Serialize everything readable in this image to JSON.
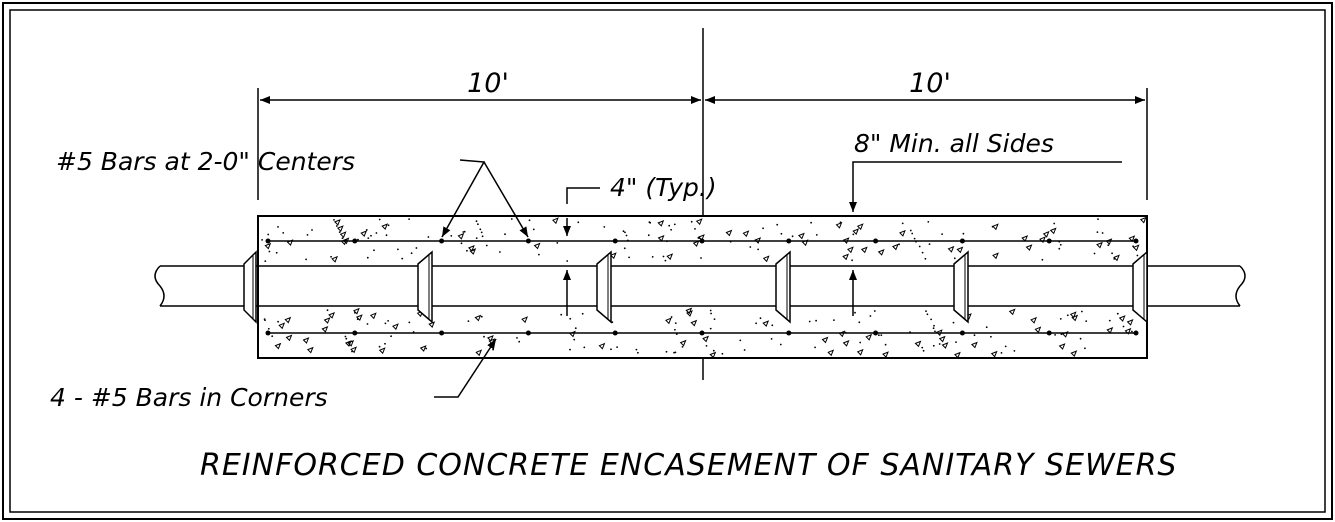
{
  "dimensions": {
    "left_span": "10'",
    "right_span": "10'"
  },
  "notes": {
    "bars_centers": "#5 Bars at 2-0\" Centers",
    "cover_typ": "4\" (Typ.)",
    "min_all_sides": "8\" Min. all Sides",
    "corner_bars": "4 - #5 Bars in Corners"
  },
  "title": "REINFORCED CONCRETE ENCASEMENT OF SANITARY SEWERS"
}
